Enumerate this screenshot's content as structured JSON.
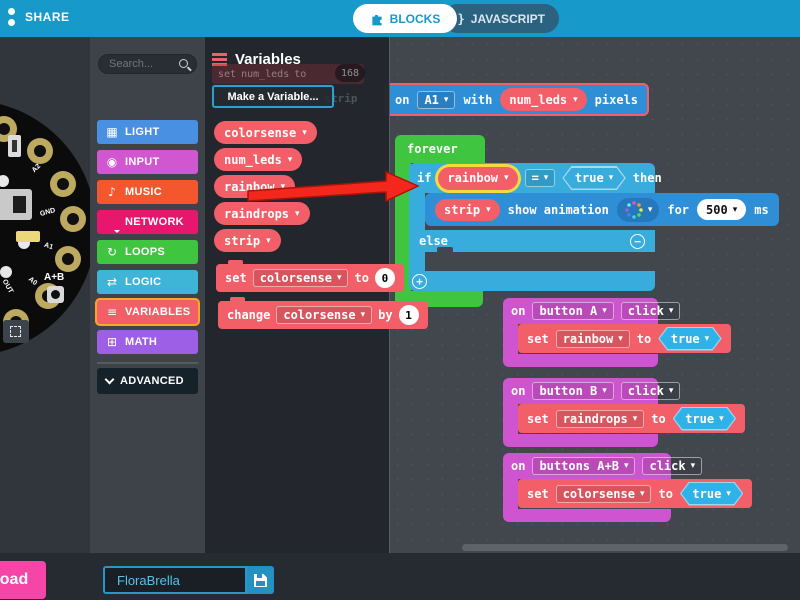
{
  "ui": {
    "dropdown_arrow": "▾",
    "plus": "+",
    "minus": "−",
    "braces": "{ }"
  },
  "topbar": {
    "share_label": "SHARE",
    "tabs": [
      {
        "label": "BLOCKS"
      },
      {
        "label": "JAVASCRIPT"
      }
    ]
  },
  "toolbox": {
    "search_placeholder": "Search...",
    "categories": [
      {
        "label": "LIGHT",
        "color": "#4a90e2",
        "icon": "grid-icon",
        "glyph": "▦"
      },
      {
        "label": "INPUT",
        "color": "#d057d0",
        "icon": "circle-dot-icon",
        "glyph": "◉"
      },
      {
        "label": "MUSIC",
        "color": "#f4572e",
        "icon": "music-note-icon",
        "glyph": "♪"
      },
      {
        "label": "NETWORK",
        "color": "#e8176e",
        "icon": "chat-bubble-icon",
        "glyph": ""
      },
      {
        "label": "LOOPS",
        "color": "#3fc53f",
        "icon": "refresh-icon",
        "glyph": "↻"
      },
      {
        "label": "LOGIC",
        "color": "#3eb5d7",
        "icon": "shuffle-icon",
        "glyph": "⇄"
      },
      {
        "label": "VARIABLES",
        "color": "#f25f69",
        "icon": "hamburger-icon",
        "glyph": "≡",
        "selected": true,
        "selected_border": "#f9a825"
      },
      {
        "label": "MATH",
        "color": "#9c5fe6",
        "icon": "calculator-icon",
        "glyph": "⊞"
      }
    ],
    "advanced_label": "ADVANCED"
  },
  "flyout": {
    "title": "Variables",
    "make_variable_label": "Make a Variable...",
    "variable_chips": [
      "colorsense",
      "num_leds",
      "rainbow",
      "raindrops",
      "strip"
    ],
    "set_block": {
      "keyword": "set",
      "variable": "colorsense",
      "to": "to",
      "value": "0"
    },
    "change_block": {
      "keyword": "change",
      "variable": "colorsense",
      "by": "by",
      "value": "1"
    },
    "ghost": {
      "set": "set",
      "variable": "num_leds",
      "to": "to",
      "value": "168",
      "create_strip": "create strip"
    }
  },
  "workspace": {
    "strip_block": {
      "on": "on",
      "pin": "A1",
      "with": "with",
      "count_var": "num_leds",
      "pixels": "pixels"
    },
    "forever_label": "forever",
    "if_block": {
      "if": "if",
      "condition_var": "rainbow",
      "operator": "=",
      "value": "true",
      "then": "then",
      "else": "else"
    },
    "animation_block": {
      "strip_var": "strip",
      "label": "show animation",
      "for": "for",
      "duration": "500",
      "ms": "ms"
    },
    "event_blocks": [
      {
        "on": "on",
        "source": "button A",
        "event": "click",
        "set": "set",
        "variable": "rainbow",
        "to": "to",
        "value": "true"
      },
      {
        "on": "on",
        "source": "button B",
        "event": "click",
        "set": "set",
        "variable": "raindrops",
        "to": "to",
        "value": "true"
      },
      {
        "on": "on",
        "source": "buttons A+B",
        "event": "click",
        "set": "set",
        "variable": "colorsense",
        "to": "to",
        "value": "true"
      }
    ]
  },
  "simulator": {
    "ab_button_label": "A+B",
    "pad_labels": [
      "A2",
      "GND",
      "A1",
      "A0",
      "OUT"
    ]
  },
  "bottombar": {
    "download_label": "Download",
    "filename": "FloraBrella"
  },
  "colors": {
    "topbar": "#1799c9",
    "workspace_bg": "#42474e",
    "flyout_bg": "#24282e",
    "variable_block": "#f25f69",
    "event_block": "#cf54cf",
    "logic_block": "#38acdd",
    "light_block": "#2e8ed6",
    "loops_block": "#3fc53f",
    "boolean_hex": "#2fb2e8",
    "download_button": "#f546a8",
    "highlight_ring": "#f5d93e",
    "annotation_arrow": "#f4271c"
  }
}
